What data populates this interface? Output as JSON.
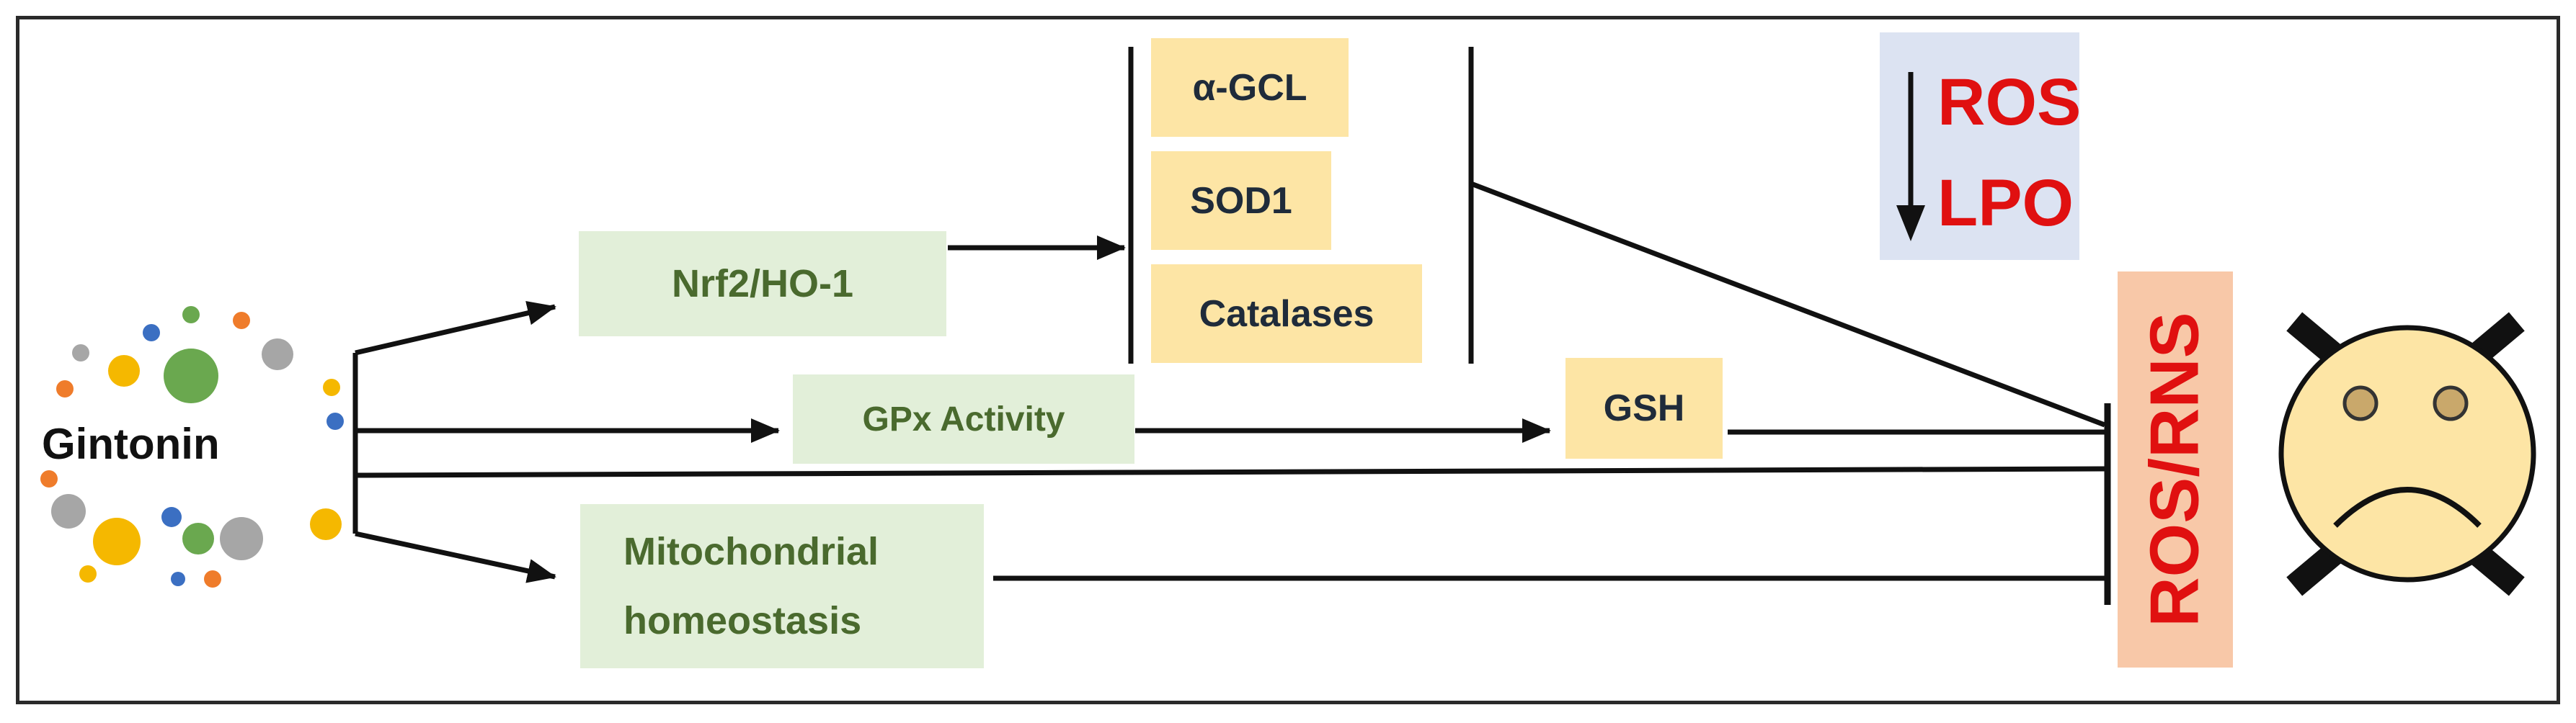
{
  "source": {
    "label": "Gintonin"
  },
  "pathways": {
    "nrf2": "Nrf2/HO-1",
    "gpx": "GPx Activity",
    "mito": "Mitochondrial homeostasis"
  },
  "enzymes": [
    "α-GCL",
    "SOD1",
    "Catalases"
  ],
  "gsh": "GSH",
  "ros_lpo": {
    "line1": "ROS",
    "line2": "LPO"
  },
  "target": "ROS/RNS",
  "colors": {
    "green_box": "#e2efd9",
    "green_text": "#4a6a2e",
    "yellow_box": "#fde5a5",
    "ros_box": "#f8c8a8",
    "ros_text": "#e01010",
    "lpo_box": "#dce3f2",
    "face": "#fde5a5"
  },
  "icons": {
    "face": "sad-face-icon",
    "down_arrow": "down-arrow-icon"
  }
}
